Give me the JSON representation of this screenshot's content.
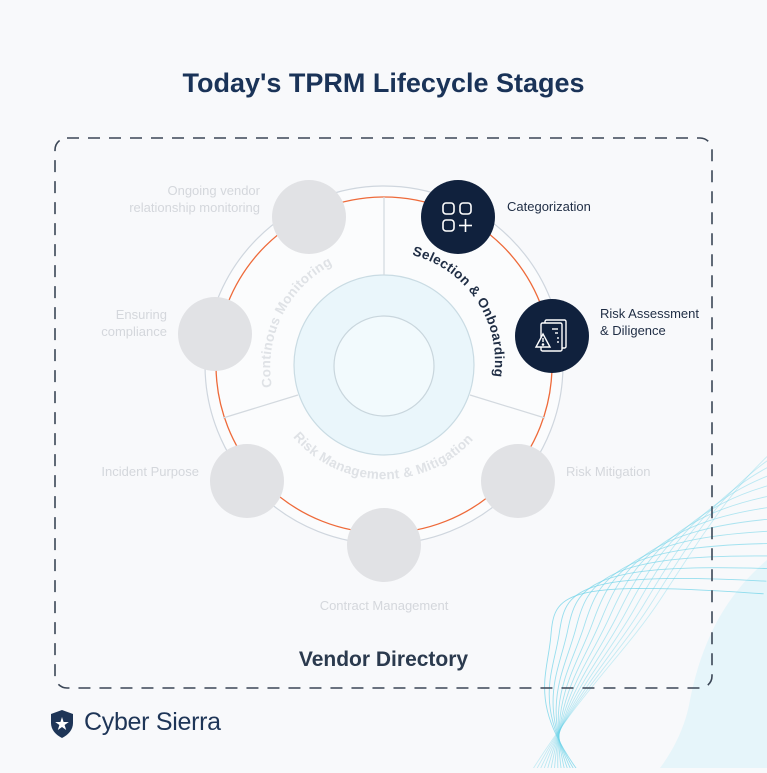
{
  "title": "Today's TPRM Lifecycle Stages",
  "footer_label": "Vendor Directory",
  "brand": {
    "name": "Cyber Sierra",
    "logo_icon": "shield-star-icon"
  },
  "colors": {
    "title": "#1a3358",
    "active_node": "#10213d",
    "active_text": "#1f2d44",
    "inactive_node": "#e1e2e5",
    "inactive_text": "#d4d7dc",
    "accent_ring": "#ee6a3a",
    "inner_fill": "#eaf6fb",
    "topo_lines": "#6fd3e8"
  },
  "phases": [
    {
      "id": "selection",
      "label": "Selection & Onboarding",
      "active": true
    },
    {
      "id": "monitoring",
      "label": "Continous Monitoring",
      "active": false
    },
    {
      "id": "mitigation",
      "label": "Risk Management & Mitigation",
      "active": false
    }
  ],
  "stages": [
    {
      "id": "categorization",
      "label": "Categorization",
      "active": true,
      "icon": "grid-plus-icon"
    },
    {
      "id": "risk-assessment",
      "label": "Risk Assessment\n& Diligence",
      "active": true,
      "icon": "document-warning-icon"
    },
    {
      "id": "risk-mitigation",
      "label": "Risk Mitigation",
      "active": false
    },
    {
      "id": "contract-management",
      "label": "Contract Management",
      "active": false
    },
    {
      "id": "incident-purpose",
      "label": "Incident Purpose",
      "active": false
    },
    {
      "id": "ensuring-compliance",
      "label": "Ensuring\ncompliance",
      "active": false
    },
    {
      "id": "ongoing-monitoring",
      "label": "Ongoing vendor\nrelationship monitoring",
      "active": false
    }
  ]
}
